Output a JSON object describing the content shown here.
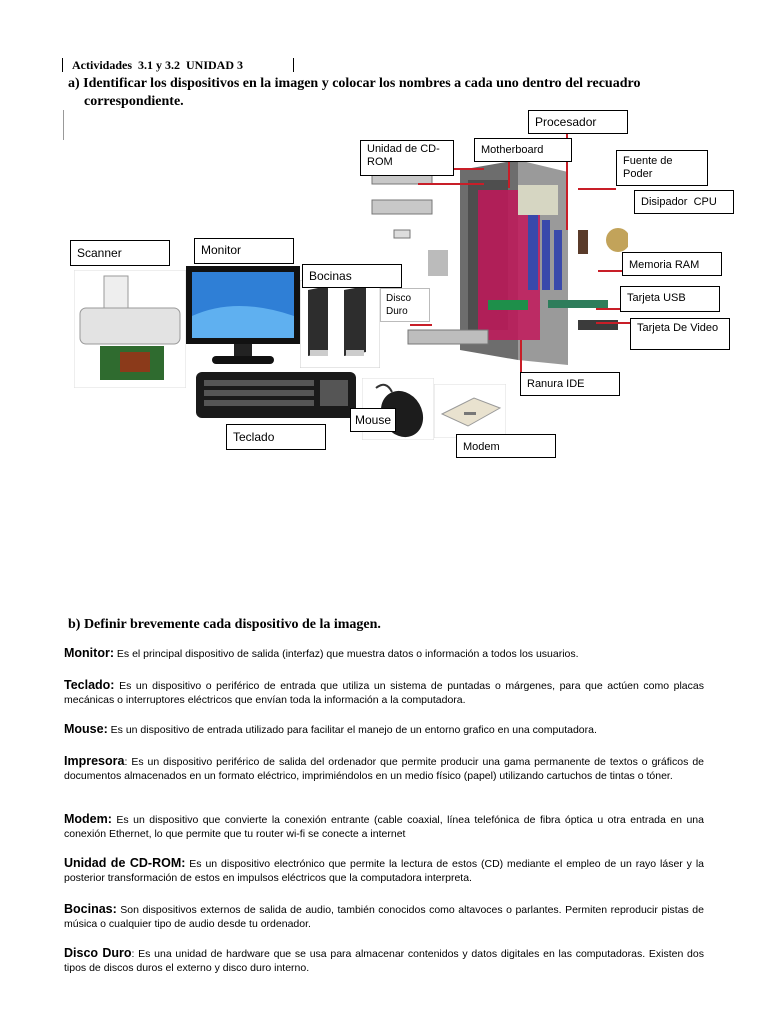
{
  "header": {
    "activity": "Actividades  3.1 y 3.2  UNIDAD 3",
    "instruction_a_line1": "a) Identificar los dispositivos en la imagen y colocar los nombres a cada uno dentro del recuadro",
    "instruction_a_line2": "correspondiente."
  },
  "labels": {
    "procesador": "Procesador",
    "cdrom": "Unidad de CD-ROM",
    "motherboard": "Motherboard",
    "fuente": "Fuente de Poder",
    "disipador": "Disipador  CPU",
    "scanner": "Scanner",
    "monitor": "Monitor",
    "bocinas": "Bocinas",
    "disco": "Disco Duro",
    "ram": "Memoria RAM",
    "usb": "Tarjeta USB",
    "video": "Tarjeta De Video",
    "ide": "Ranura IDE",
    "mouse": "Mouse",
    "teclado": "Teclado",
    "modem": "Modem"
  },
  "section_b": {
    "title": "b) Definir brevemente cada dispositivo de la imagen.",
    "items": [
      {
        "term": "Monitor:",
        "text": " Es el principal dispositivo de salida (interfaz) que muestra datos o información a todos los usuarios."
      },
      {
        "term": "Teclado:",
        "text": " Es un dispositivo o periférico de entrada que utiliza un sistema de puntadas o márgenes, para que actúen como placas mecánicas o interruptores eléctricos que envían toda la información a la computadora."
      },
      {
        "term": "Mouse:",
        "text": " Es un dispositivo de entrada utilizado para facilitar el manejo de un entorno grafico en una computadora."
      },
      {
        "term": "Impresora",
        "text": ": Es un dispositivo periférico de salida del ordenador que permite producir una gama permanente de textos o gráficos de documentos almacenados en un formato eléctrico, imprimiéndolos en un medio físico (papel) utilizando cartuchos de tintas o tóner."
      },
      {
        "term": "Modem:",
        "text": " Es un dispositivo que convierte la conexión entrante (cable coaxial, línea telefónica de fibra óptica u otra entrada en una conexión Ethernet, lo que permite que tu router wi-fi se conecte a internet"
      },
      {
        "term": "Unidad de CD-ROM:",
        "text": " Es un dispositivo electrónico que permite la lectura de estos (CD) mediante el empleo de un rayo láser y la posterior transformación de estos en impulsos eléctricos que la computadora interpreta."
      },
      {
        "term": "Bocinas:",
        "text": " Son dispositivos externos de salida de audio, también conocidos como altavoces o parlantes. Permiten reproducir pistas de música o cualquier tipo de audio desde tu ordenador."
      },
      {
        "term": "Disco Duro",
        "text": ": Es una unidad de hardware que se usa para almacenar contenidos y datos digitales en las computadoras. Existen dos tipos de discos duros el externo y disco duro interno."
      }
    ]
  }
}
